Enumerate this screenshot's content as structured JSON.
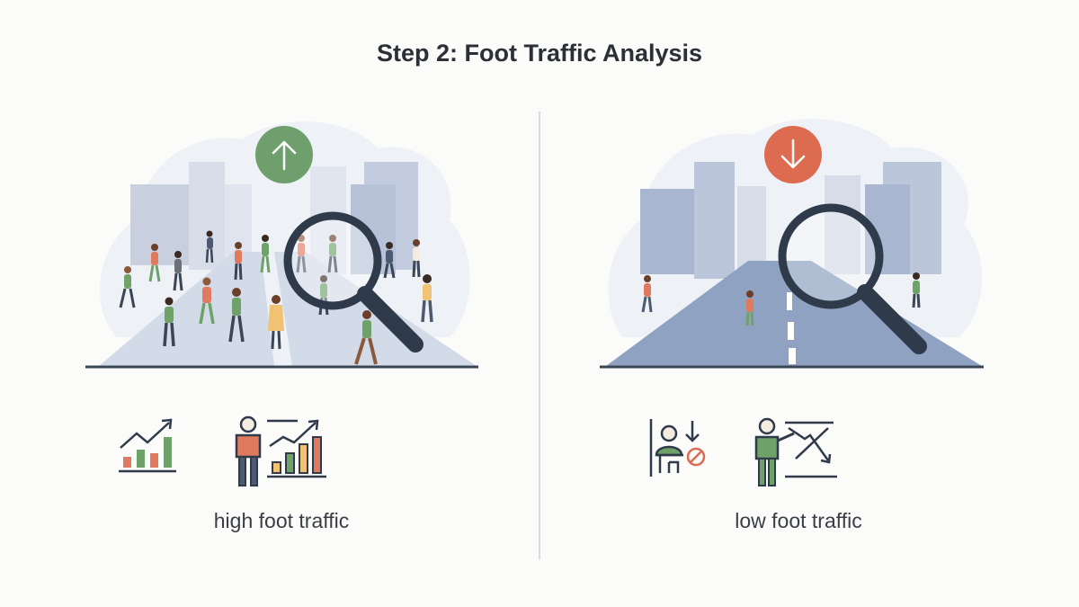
{
  "title": "Step 2: Foot Traffic Analysis",
  "panels": [
    {
      "caption": "high foot traffic",
      "trend_icon": "arrow-up-icon",
      "trend_color": "#6f9f6d"
    },
    {
      "caption": "low foot traffic",
      "trend_icon": "arrow-down-icon",
      "trend_color": "#dd6b4f"
    }
  ],
  "colors": {
    "text": "#2b2f36",
    "road": "#8fa2c1",
    "building": "#a9b6cf",
    "magnifier": "#2f3a4a",
    "bar_green": "#6ea269",
    "bar_orange": "#e07a5f",
    "bar_yellow": "#f0c274"
  }
}
